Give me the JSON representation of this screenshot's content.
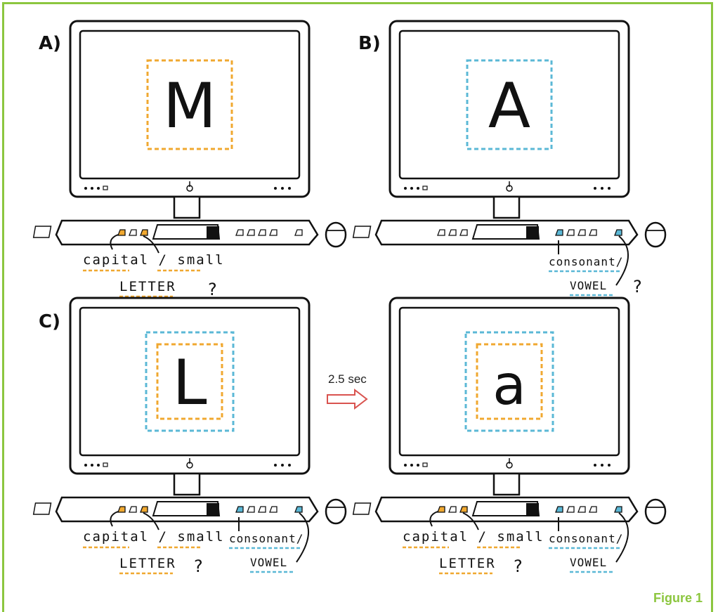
{
  "panels": [
    {
      "label": "A)",
      "letter": "M",
      "boxes": [
        "orange"
      ],
      "question_labels": [
        "capital / small",
        "LETTER"
      ],
      "question_mark": "?"
    },
    {
      "label": "B)",
      "letter": "A",
      "boxes": [
        "blue"
      ],
      "question_labels": [
        "consonant/",
        "VOWEL"
      ],
      "question_mark": "?"
    },
    {
      "label": "C)",
      "letter": "L",
      "boxes": [
        "blue",
        "orange"
      ],
      "question_labels": [
        "capital / small",
        "LETTER",
        "consonant/",
        "VOWEL"
      ],
      "question_mark": "?"
    },
    {
      "label": "",
      "letter": "a",
      "boxes": [
        "blue",
        "orange"
      ],
      "question_labels": [
        "capital / small",
        "LETTER",
        "consonant/",
        "VOWEL"
      ],
      "question_mark": "?"
    }
  ],
  "transition": {
    "text": "2.5 sec"
  },
  "figure_label": "Figure 1",
  "colors": {
    "border": "#8cc63f",
    "orange": "#f0a830",
    "blue": "#5bb8d6",
    "arrow": "#d9534f"
  }
}
